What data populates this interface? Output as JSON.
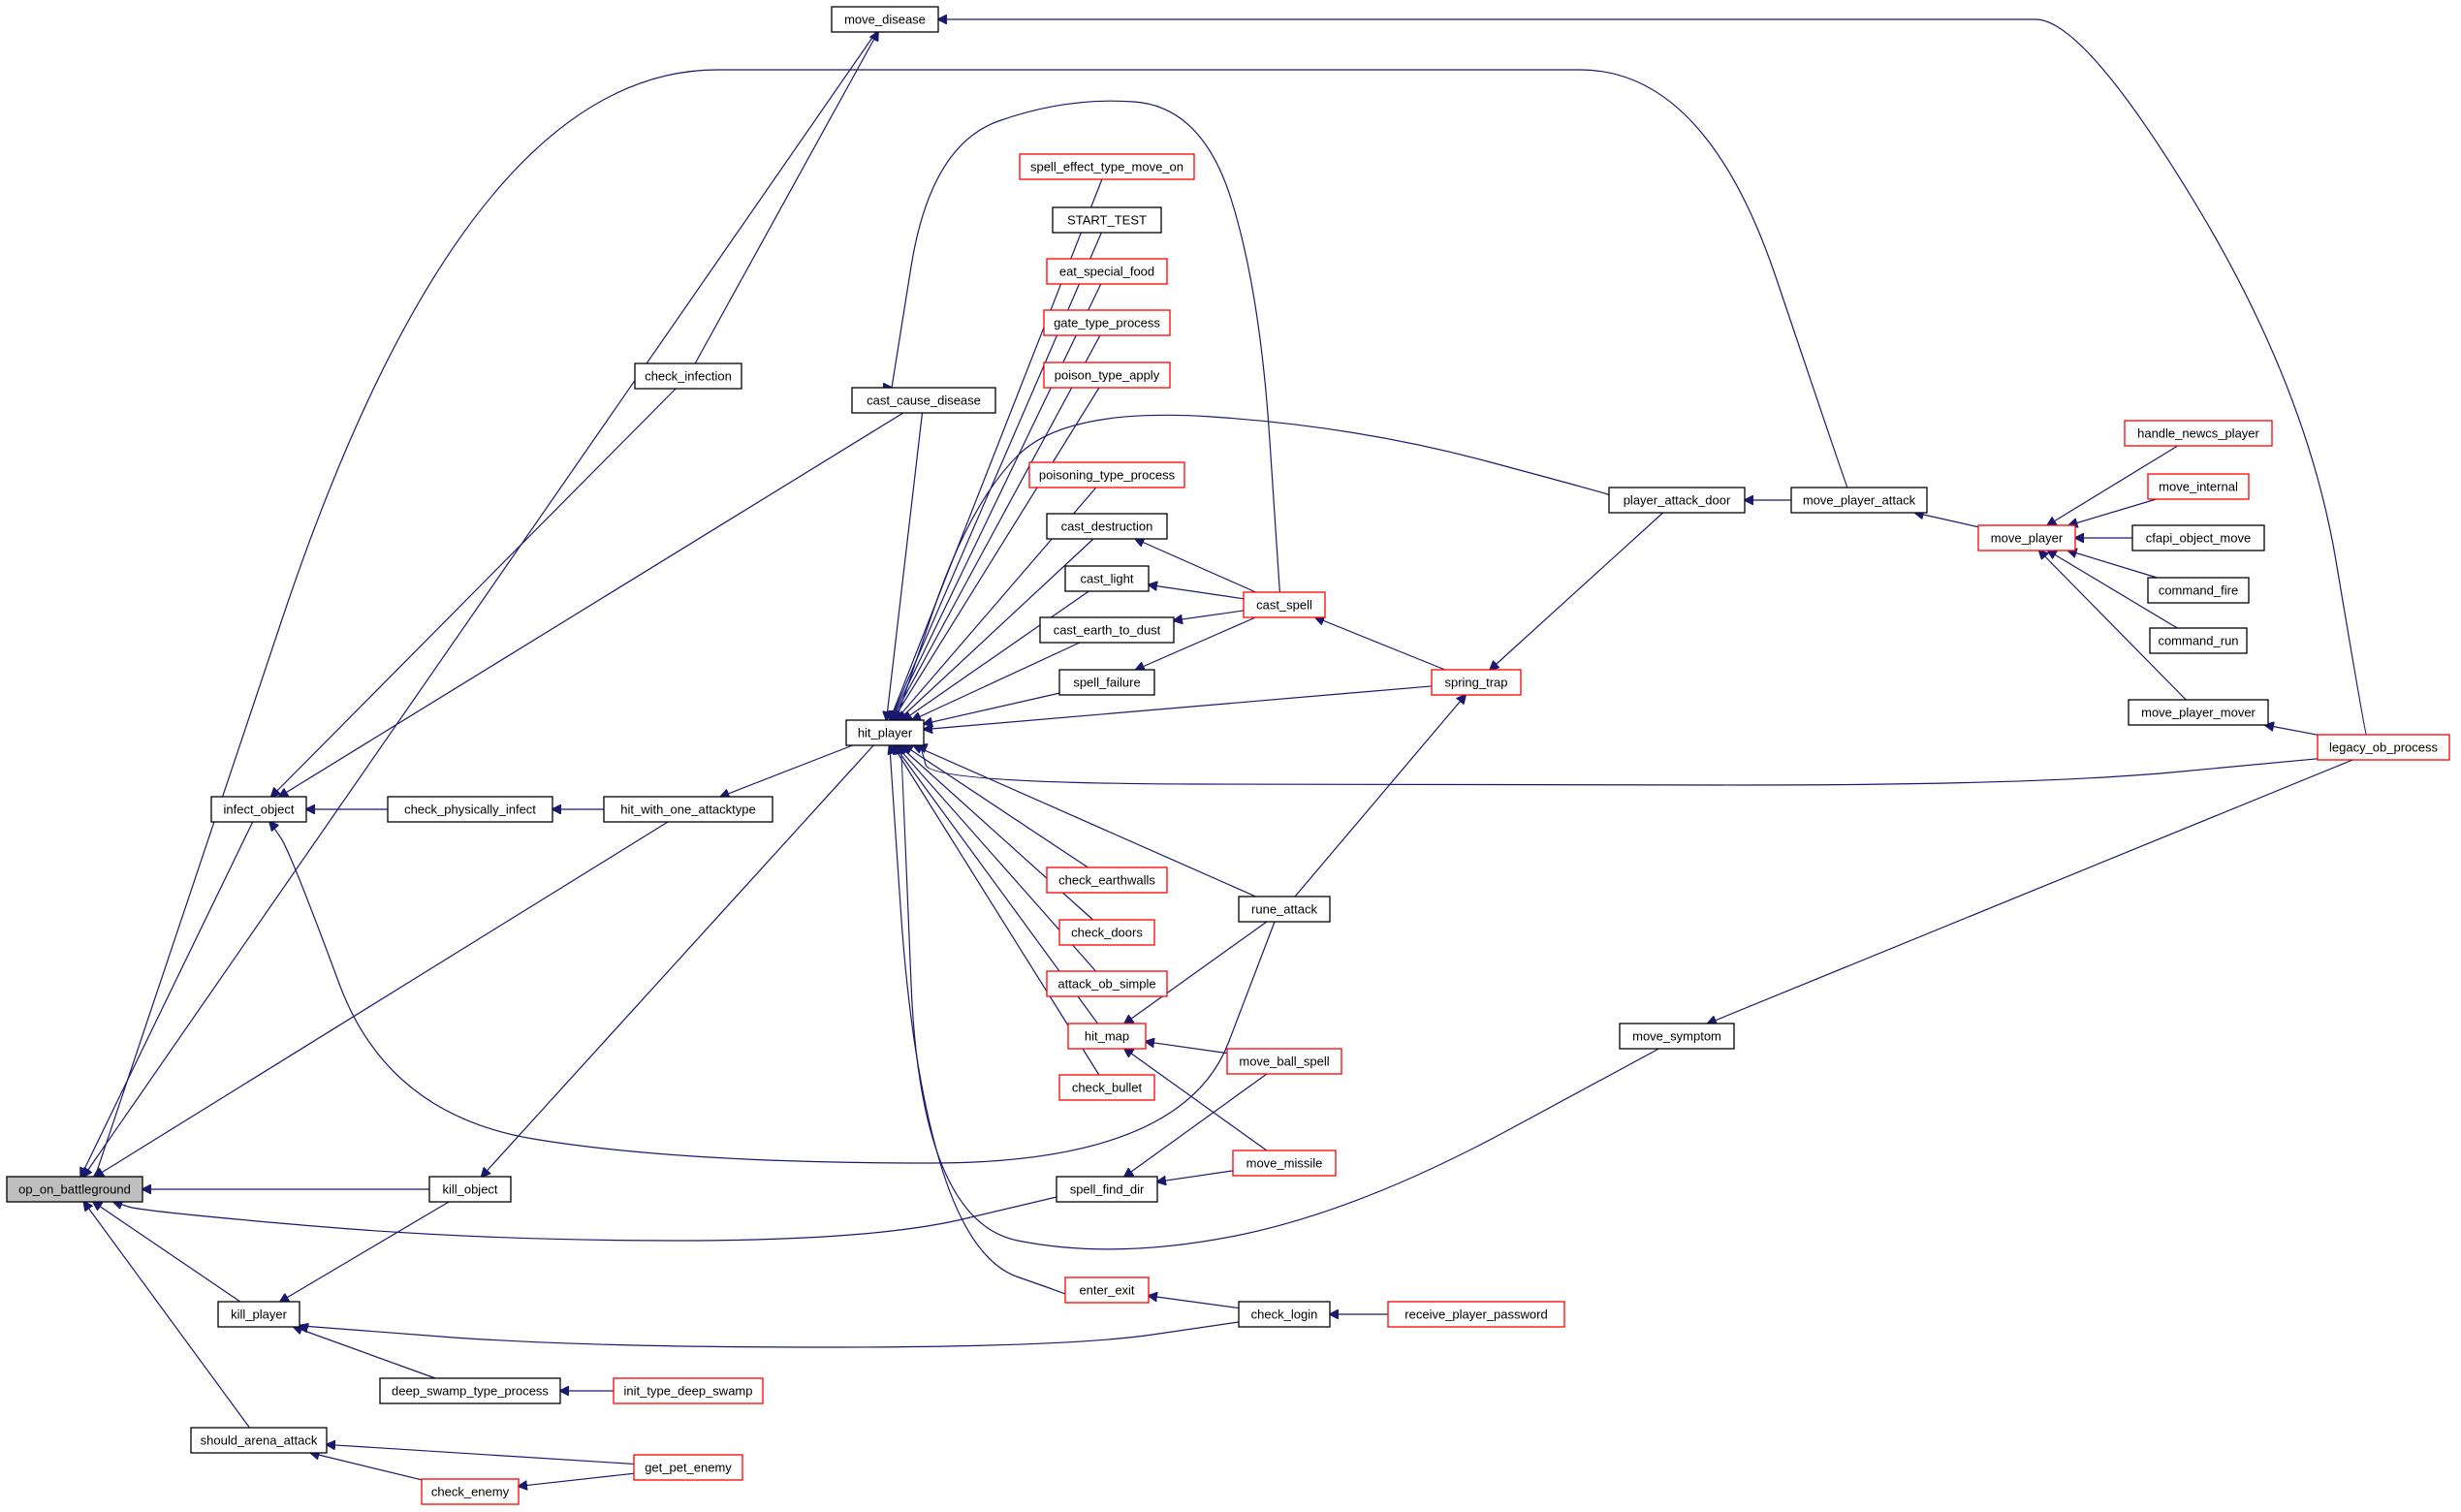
{
  "colors": {
    "edge": "#191970",
    "box_normal": "#000000",
    "box_truncated": "#ff0000",
    "box_root_fill": "#bfbfbf",
    "box_fill": "#ffffff"
  },
  "root": "op_on_battleground",
  "nodes": [
    {
      "id": "op_on_battleground",
      "label": "op_on_battleground",
      "style": "root"
    },
    {
      "id": "move_disease",
      "label": "move_disease",
      "style": "normal"
    },
    {
      "id": "check_infection",
      "label": "check_infection",
      "style": "normal"
    },
    {
      "id": "cast_cause_disease",
      "label": "cast_cause_disease",
      "style": "normal"
    },
    {
      "id": "infect_object",
      "label": "infect_object",
      "style": "normal"
    },
    {
      "id": "check_physically_infect",
      "label": "check_physically_infect",
      "style": "normal"
    },
    {
      "id": "hit_with_one_attacktype",
      "label": "hit_with_one_attacktype",
      "style": "normal"
    },
    {
      "id": "hit_player",
      "label": "hit_player",
      "style": "normal"
    },
    {
      "id": "kill_object",
      "label": "kill_object",
      "style": "normal"
    },
    {
      "id": "kill_player",
      "label": "kill_player",
      "style": "normal"
    },
    {
      "id": "should_arena_attack",
      "label": "should_arena_attack",
      "style": "normal"
    },
    {
      "id": "deep_swamp_type_process",
      "label": "deep_swamp_type_process",
      "style": "normal"
    },
    {
      "id": "init_type_deep_swamp",
      "label": "init_type_deep_swamp",
      "style": "truncated"
    },
    {
      "id": "check_enemy",
      "label": "check_enemy",
      "style": "truncated"
    },
    {
      "id": "get_pet_enemy",
      "label": "get_pet_enemy",
      "style": "truncated"
    },
    {
      "id": "spell_effect_type_move_on",
      "label": "spell_effect_type_move_on",
      "style": "truncated"
    },
    {
      "id": "START_TEST",
      "label": "START_TEST",
      "style": "normal"
    },
    {
      "id": "eat_special_food",
      "label": "eat_special_food",
      "style": "truncated"
    },
    {
      "id": "gate_type_process",
      "label": "gate_type_process",
      "style": "truncated"
    },
    {
      "id": "poison_type_apply",
      "label": "poison_type_apply",
      "style": "truncated"
    },
    {
      "id": "poisoning_type_process",
      "label": "poisoning_type_process",
      "style": "truncated"
    },
    {
      "id": "cast_destruction",
      "label": "cast_destruction",
      "style": "normal"
    },
    {
      "id": "cast_light",
      "label": "cast_light",
      "style": "normal"
    },
    {
      "id": "cast_earth_to_dust",
      "label": "cast_earth_to_dust",
      "style": "normal"
    },
    {
      "id": "spell_failure",
      "label": "spell_failure",
      "style": "normal"
    },
    {
      "id": "check_earthwalls",
      "label": "check_earthwalls",
      "style": "truncated"
    },
    {
      "id": "check_doors",
      "label": "check_doors",
      "style": "truncated"
    },
    {
      "id": "attack_ob_simple",
      "label": "attack_ob_simple",
      "style": "truncated"
    },
    {
      "id": "hit_map",
      "label": "hit_map",
      "style": "truncated"
    },
    {
      "id": "check_bullet",
      "label": "check_bullet",
      "style": "truncated"
    },
    {
      "id": "spell_find_dir",
      "label": "spell_find_dir",
      "style": "normal"
    },
    {
      "id": "enter_exit",
      "label": "enter_exit",
      "style": "truncated"
    },
    {
      "id": "cast_spell",
      "label": "cast_spell",
      "style": "truncated"
    },
    {
      "id": "spring_trap",
      "label": "spring_trap",
      "style": "truncated"
    },
    {
      "id": "rune_attack",
      "label": "rune_attack",
      "style": "normal"
    },
    {
      "id": "move_ball_spell",
      "label": "move_ball_spell",
      "style": "truncated"
    },
    {
      "id": "move_missile",
      "label": "move_missile",
      "style": "truncated"
    },
    {
      "id": "check_login",
      "label": "check_login",
      "style": "normal"
    },
    {
      "id": "receive_player_password",
      "label": "receive_player_password",
      "style": "truncated"
    },
    {
      "id": "player_attack_door",
      "label": "player_attack_door",
      "style": "normal"
    },
    {
      "id": "move_player_attack",
      "label": "move_player_attack",
      "style": "normal"
    },
    {
      "id": "move_player",
      "label": "move_player",
      "style": "truncated"
    },
    {
      "id": "handle_newcs_player",
      "label": "handle_newcs_player",
      "style": "truncated"
    },
    {
      "id": "move_internal",
      "label": "move_internal",
      "style": "truncated"
    },
    {
      "id": "cfapi_object_move",
      "label": "cfapi_object_move",
      "style": "normal"
    },
    {
      "id": "command_fire",
      "label": "command_fire",
      "style": "normal"
    },
    {
      "id": "command_run",
      "label": "command_run",
      "style": "normal"
    },
    {
      "id": "move_player_mover",
      "label": "move_player_mover",
      "style": "normal"
    },
    {
      "id": "legacy_ob_process",
      "label": "legacy_ob_process",
      "style": "truncated"
    },
    {
      "id": "move_symptom",
      "label": "move_symptom",
      "style": "normal"
    }
  ],
  "edges": [
    {
      "from": "move_disease",
      "to": "op_on_battleground"
    },
    {
      "from": "check_infection",
      "to": "move_disease"
    },
    {
      "from": "legacy_ob_process",
      "to": "move_disease"
    },
    {
      "from": "infect_object",
      "to": "op_on_battleground"
    },
    {
      "from": "check_infection",
      "to": "infect_object"
    },
    {
      "from": "cast_cause_disease",
      "to": "infect_object"
    },
    {
      "from": "check_physically_infect",
      "to": "infect_object"
    },
    {
      "from": "rune_attack",
      "to": "infect_object"
    },
    {
      "from": "hit_with_one_attacktype",
      "to": "check_physically_infect"
    },
    {
      "from": "hit_player",
      "to": "hit_with_one_attacktype"
    },
    {
      "from": "hit_with_one_attacktype",
      "to": "op_on_battleground"
    },
    {
      "from": "move_player_attack",
      "to": "op_on_battleground"
    },
    {
      "from": "kill_object",
      "to": "op_on_battleground"
    },
    {
      "from": "hit_player",
      "to": "kill_object"
    },
    {
      "from": "kill_object",
      "to": "kill_player"
    },
    {
      "from": "spell_find_dir",
      "to": "op_on_battleground"
    },
    {
      "from": "kill_player",
      "to": "op_on_battleground"
    },
    {
      "from": "should_arena_attack",
      "to": "op_on_battleground"
    },
    {
      "from": "deep_swamp_type_process",
      "to": "kill_player"
    },
    {
      "from": "init_type_deep_swamp",
      "to": "deep_swamp_type_process"
    },
    {
      "from": "check_login",
      "to": "kill_player"
    },
    {
      "from": "get_pet_enemy",
      "to": "should_arena_attack"
    },
    {
      "from": "check_enemy",
      "to": "should_arena_attack"
    },
    {
      "from": "get_pet_enemy",
      "to": "check_enemy"
    },
    {
      "from": "cast_cause_disease",
      "to": "hit_player"
    },
    {
      "from": "cast_spell",
      "to": "cast_cause_disease"
    },
    {
      "from": "spell_effect_type_move_on",
      "to": "hit_player"
    },
    {
      "from": "START_TEST",
      "to": "hit_player"
    },
    {
      "from": "eat_special_food",
      "to": "hit_player"
    },
    {
      "from": "gate_type_process",
      "to": "hit_player"
    },
    {
      "from": "poison_type_apply",
      "to": "hit_player"
    },
    {
      "from": "player_attack_door",
      "to": "hit_player"
    },
    {
      "from": "poisoning_type_process",
      "to": "hit_player"
    },
    {
      "from": "cast_destruction",
      "to": "hit_player"
    },
    {
      "from": "cast_light",
      "to": "hit_player"
    },
    {
      "from": "cast_earth_to_dust",
      "to": "hit_player"
    },
    {
      "from": "spell_failure",
      "to": "hit_player"
    },
    {
      "from": "spring_trap",
      "to": "hit_player"
    },
    {
      "from": "legacy_ob_process",
      "to": "hit_player"
    },
    {
      "from": "rune_attack",
      "to": "hit_player"
    },
    {
      "from": "check_earthwalls",
      "to": "hit_player"
    },
    {
      "from": "check_doors",
      "to": "hit_player"
    },
    {
      "from": "attack_ob_simple",
      "to": "hit_player"
    },
    {
      "from": "hit_map",
      "to": "hit_player"
    },
    {
      "from": "check_bullet",
      "to": "hit_player"
    },
    {
      "from": "move_symptom",
      "to": "hit_player"
    },
    {
      "from": "enter_exit",
      "to": "hit_player"
    },
    {
      "from": "cast_spell",
      "to": "cast_destruction"
    },
    {
      "from": "cast_spell",
      "to": "cast_light"
    },
    {
      "from": "cast_spell",
      "to": "cast_earth_to_dust"
    },
    {
      "from": "cast_spell",
      "to": "spell_failure"
    },
    {
      "from": "spring_trap",
      "to": "cast_spell"
    },
    {
      "from": "player_attack_door",
      "to": "spring_trap"
    },
    {
      "from": "rune_attack",
      "to": "spring_trap"
    },
    {
      "from": "rune_attack",
      "to": "hit_map"
    },
    {
      "from": "move_ball_spell",
      "to": "hit_map"
    },
    {
      "from": "move_missile",
      "to": "hit_map"
    },
    {
      "from": "move_ball_spell",
      "to": "spell_find_dir"
    },
    {
      "from": "move_missile",
      "to": "spell_find_dir"
    },
    {
      "from": "check_login",
      "to": "enter_exit"
    },
    {
      "from": "receive_player_password",
      "to": "check_login"
    },
    {
      "from": "move_player_attack",
      "to": "player_attack_door"
    },
    {
      "from": "move_player",
      "to": "move_player_attack"
    },
    {
      "from": "handle_newcs_player",
      "to": "move_player"
    },
    {
      "from": "move_internal",
      "to": "move_player"
    },
    {
      "from": "cfapi_object_move",
      "to": "move_player"
    },
    {
      "from": "command_fire",
      "to": "move_player"
    },
    {
      "from": "command_run",
      "to": "move_player"
    },
    {
      "from": "move_player_mover",
      "to": "move_player"
    },
    {
      "from": "legacy_ob_process",
      "to": "move_player_mover"
    },
    {
      "from": "legacy_ob_process",
      "to": "move_symptom"
    }
  ]
}
